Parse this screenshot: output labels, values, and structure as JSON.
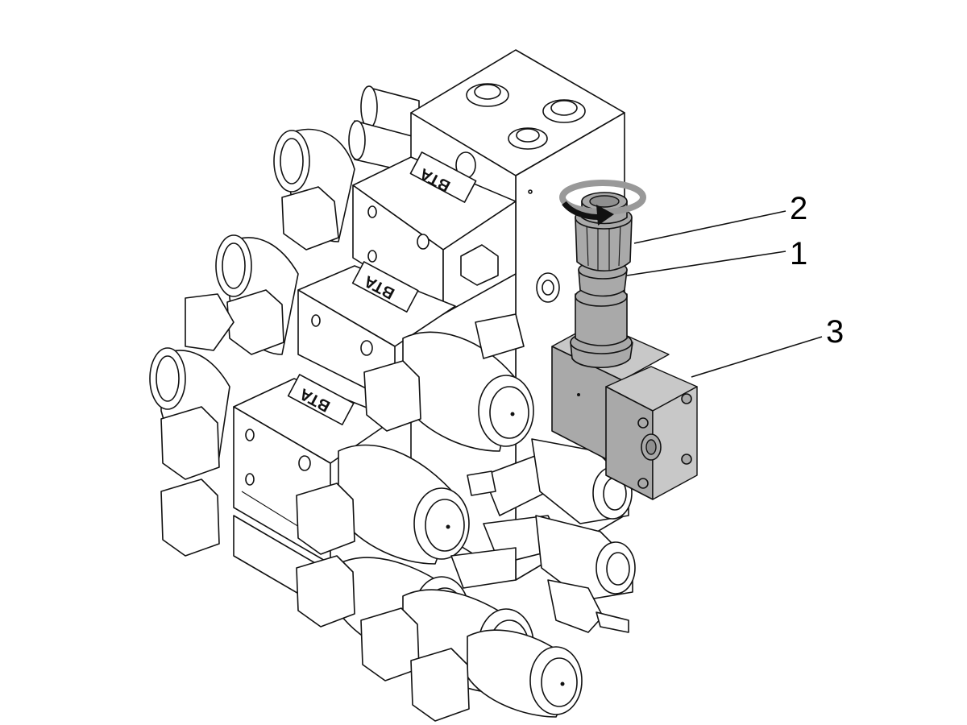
{
  "callouts": {
    "one": "1",
    "two": "2",
    "three": "3"
  },
  "brand_label": "BTA",
  "colors": {
    "line": "#111111",
    "highlight_part": "#a9a9a9",
    "background": "#ffffff"
  },
  "icons": [
    "rotation-arrow-icon"
  ]
}
